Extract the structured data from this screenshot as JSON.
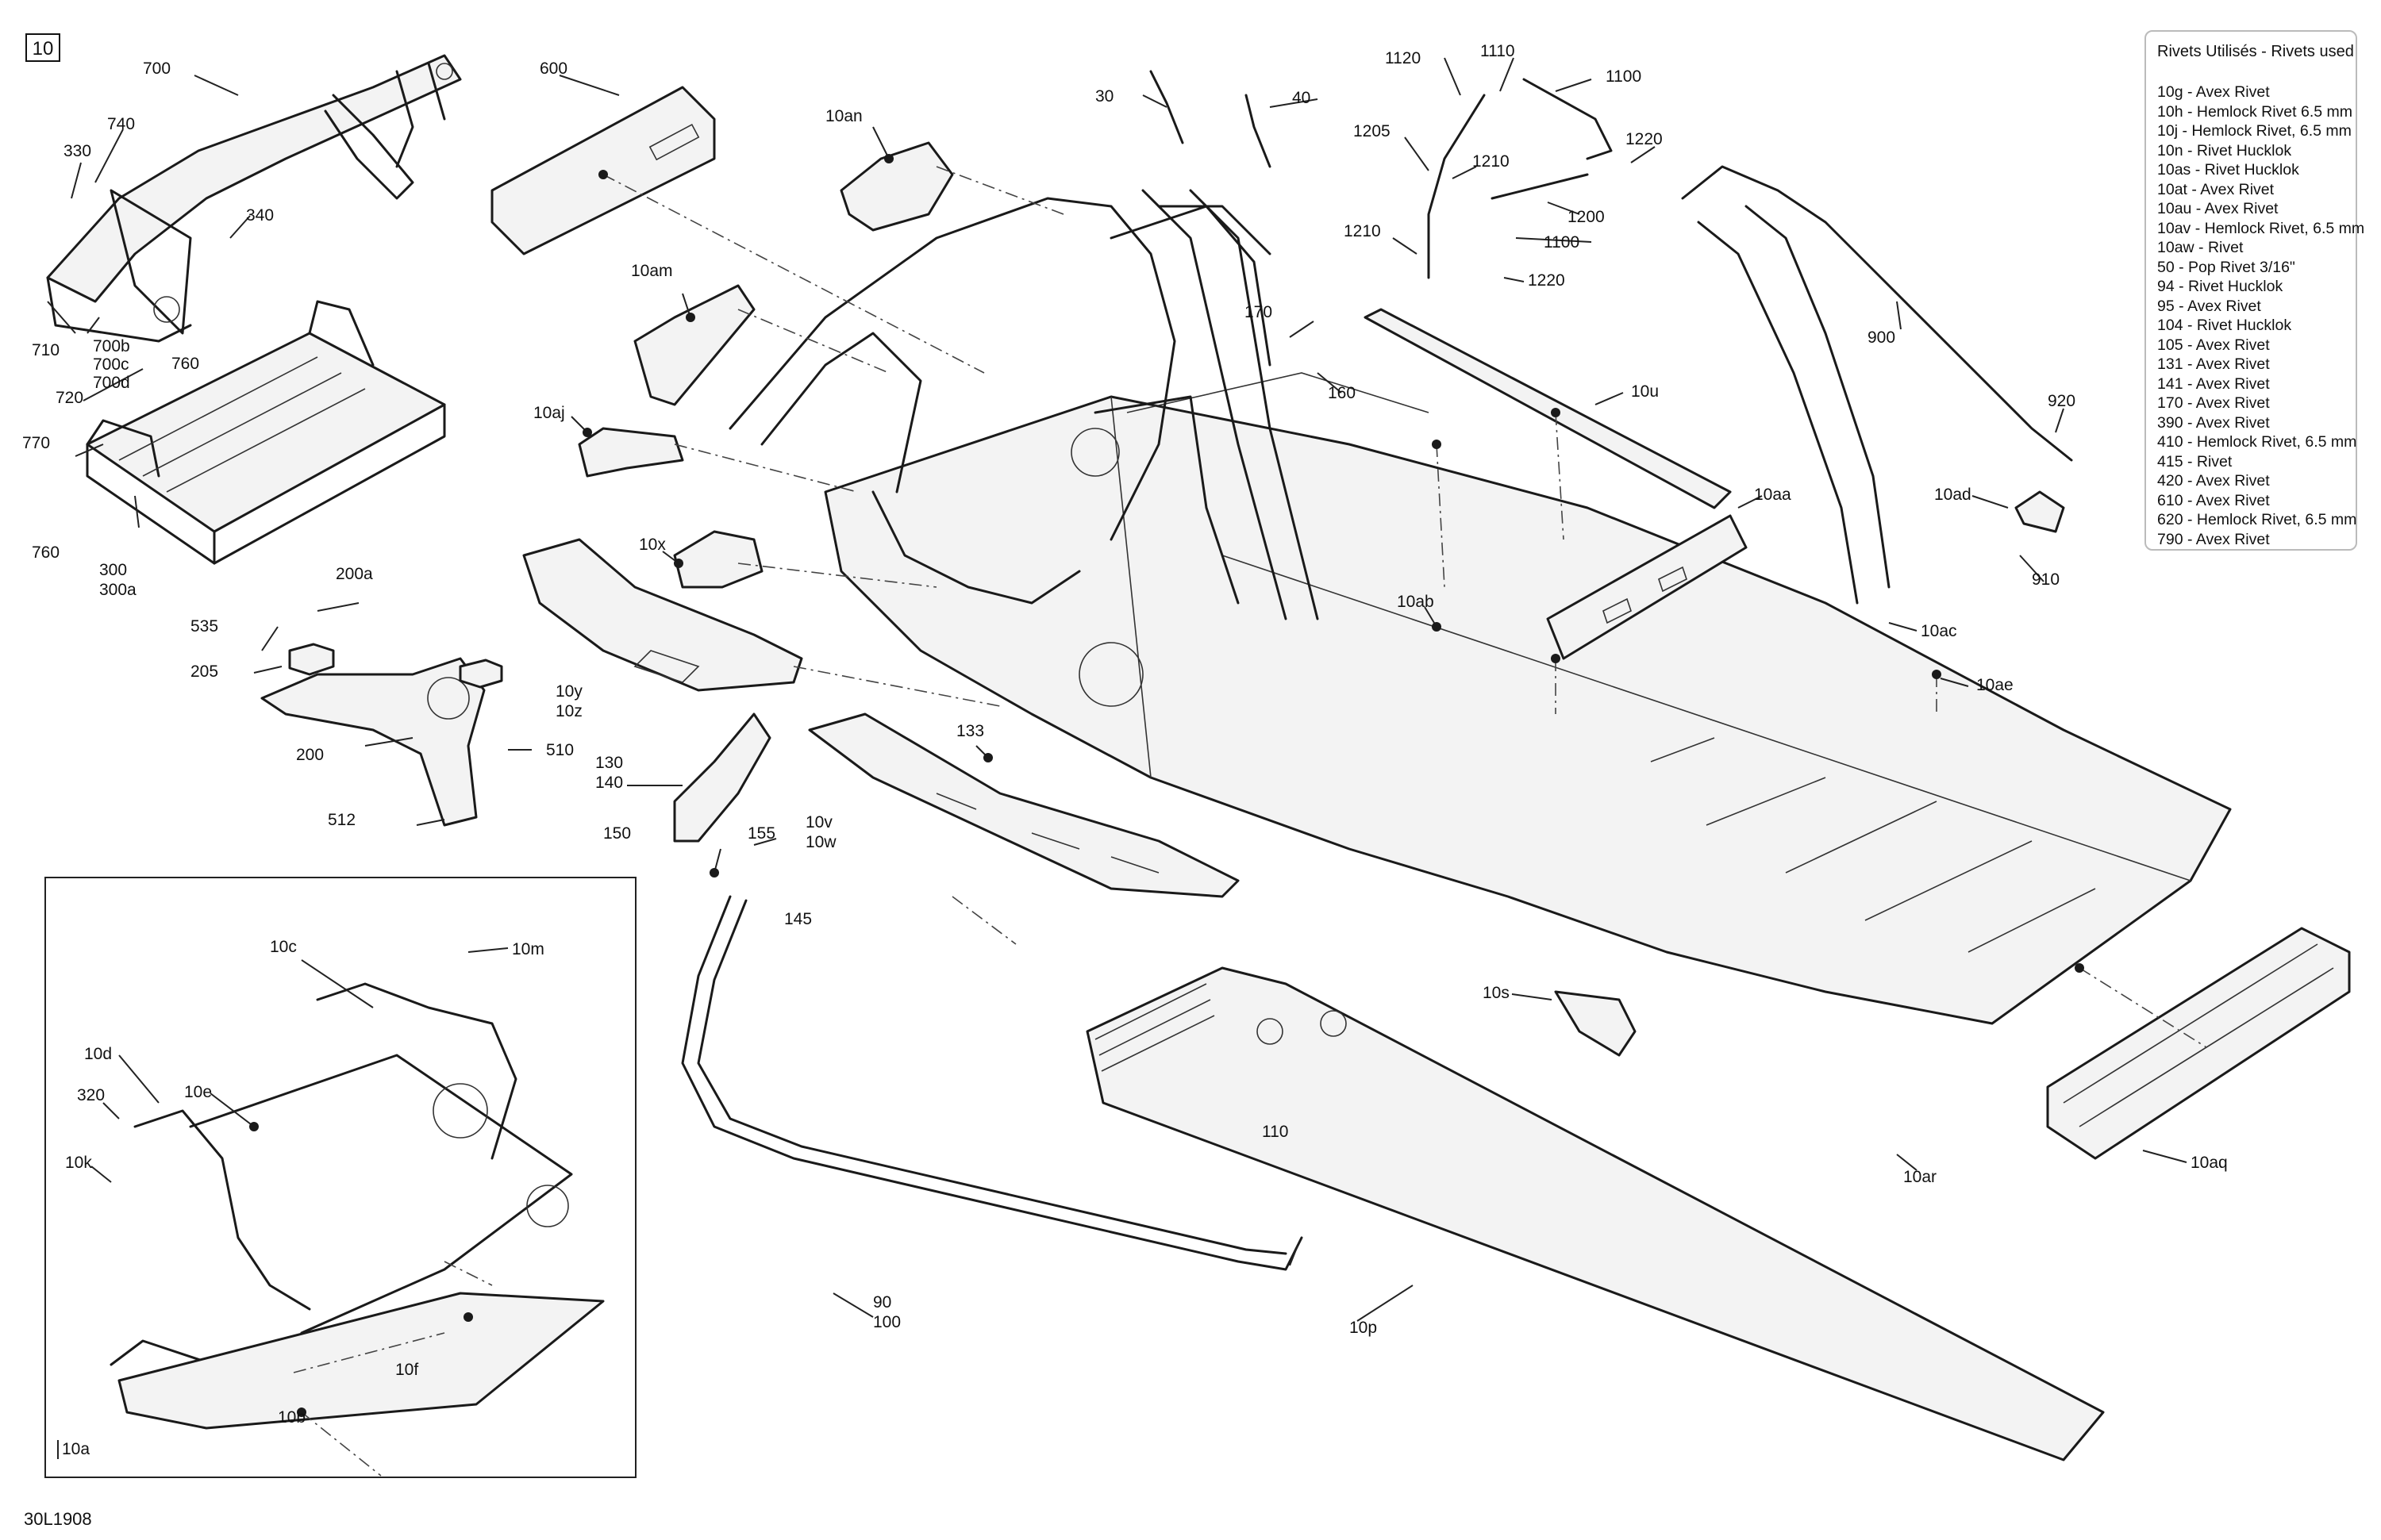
{
  "page": {
    "section_number": "10",
    "drawing_code": "30L1908"
  },
  "legend": {
    "title": "Rivets Utilisés - Rivets used",
    "items": [
      "10g - Avex Rivet",
      "10h - Hemlock Rivet 6.5 mm",
      "10j - Hemlock Rivet, 6.5 mm",
      "10n - Rivet Hucklok",
      "10as - Rivet Hucklok",
      "10at - Avex Rivet",
      "10au - Avex Rivet",
      "10av - Hemlock Rivet, 6.5 mm",
      "10aw - Rivet",
      "50 - Pop Rivet 3/16\"",
      "94 - Rivet Hucklok",
      "95 - Avex Rivet",
      "104 - Rivet Hucklok",
      "105 - Avex Rivet",
      "131 - Avex Rivet",
      "141 - Avex Rivet",
      "170 - Avex Rivet",
      "390 - Avex Rivet",
      "410 - Hemlock Rivet, 6.5 mm",
      "415 - Rivet",
      "420 - Avex Rivet",
      "610 - Avex Rivet",
      "620 - Hemlock Rivet, 6.5 mm",
      "790 - Avex Rivet"
    ]
  },
  "inset": {
    "tag": "10a"
  },
  "callouts": {
    "c700": "700",
    "c740": "740",
    "c330": "330",
    "c340": "340",
    "c710": "710",
    "c700b": "700b",
    "c700c": "700c",
    "c700d": "700d",
    "c760a": "760",
    "c720": "720",
    "c770": "770",
    "c760b": "760",
    "c300": "300",
    "c300a": "300a",
    "c600": "600",
    "c10an": "10an",
    "c10am": "10am",
    "c10aj": "10aj",
    "c10x": "10x",
    "c10y": "10y",
    "c10z": "10z",
    "c200a": "200a",
    "c535": "535",
    "c205": "205",
    "c200": "200",
    "c510": "510",
    "c512": "512",
    "c130": "130",
    "c140": "140",
    "c133": "133",
    "c150": "150",
    "c155": "155",
    "c145": "145",
    "c10v": "10v",
    "c10w": "10w",
    "c30": "30",
    "c40": "40",
    "c1120": "1120",
    "c1110": "1110",
    "c1100a": "1100",
    "c1205": "1205",
    "c1210a": "1210",
    "c1220a": "1220",
    "c1200": "1200",
    "c1100b": "1100",
    "c1210b": "1210",
    "c1220b": "1220",
    "c170": "170",
    "c160": "160",
    "c10u": "10u",
    "c10aa": "10aa",
    "c10ab": "10ab",
    "c900": "900",
    "c920": "920",
    "c10ad": "10ad",
    "c910": "910",
    "c10ac": "10ac",
    "c10ae": "10ae",
    "c10s": "10s",
    "c10ar": "10ar",
    "c10aq": "10aq",
    "c110": "110",
    "c90": "90",
    "c100": "100",
    "c10p": "10p",
    "c10c": "10c",
    "c10m": "10m",
    "c10d": "10d",
    "c320": "320",
    "c10e": "10e",
    "c10k": "10k",
    "c10f": "10f",
    "c10b": "10b"
  }
}
